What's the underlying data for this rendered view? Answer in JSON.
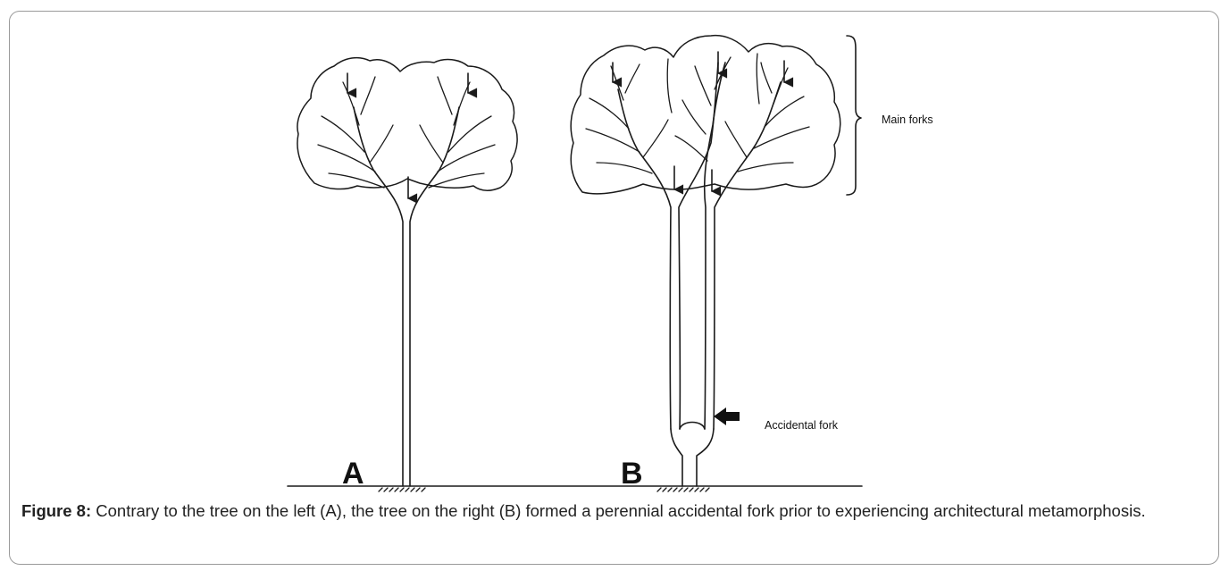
{
  "figure": {
    "tree_a_label": "A",
    "tree_b_label": "B",
    "main_forks_label": "Main forks",
    "accidental_fork_label": "Accidental fork"
  },
  "caption": {
    "label": "Figure 8:",
    "text": " Contrary to the tree on the left (A), the tree on the right (B) formed a perennial accidental fork prior to experiencing architectural metamorphosis."
  }
}
